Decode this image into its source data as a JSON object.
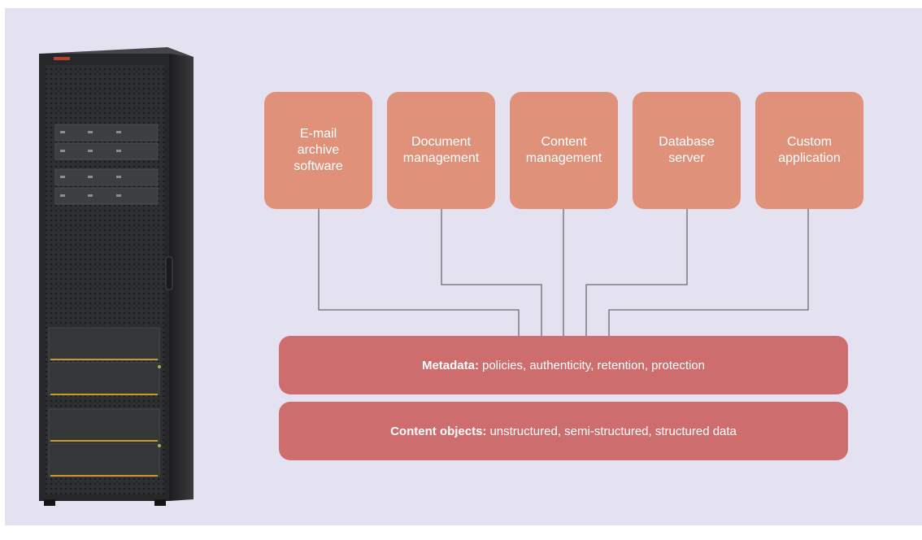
{
  "colors": {
    "background": "#e4e1f1",
    "app_box": "#e0917a",
    "layer": "#cd6d6e",
    "connector": "#6b6b6b",
    "rack_body": "#2b2c2e"
  },
  "applications": [
    {
      "label": "E-mail\narchive\nsoftware"
    },
    {
      "label": "Document\nmanagement"
    },
    {
      "label": "Content\nmanagement"
    },
    {
      "label": "Database\nserver"
    },
    {
      "label": "Custom\napplication"
    }
  ],
  "layers": {
    "metadata": {
      "title": "Metadata:",
      "text": "policies, authenticity, retention, protection"
    },
    "content": {
      "title": "Content objects:",
      "text": "unstructured, semi-structured, structured data"
    }
  },
  "rack": {
    "icon": "server-rack-icon"
  }
}
